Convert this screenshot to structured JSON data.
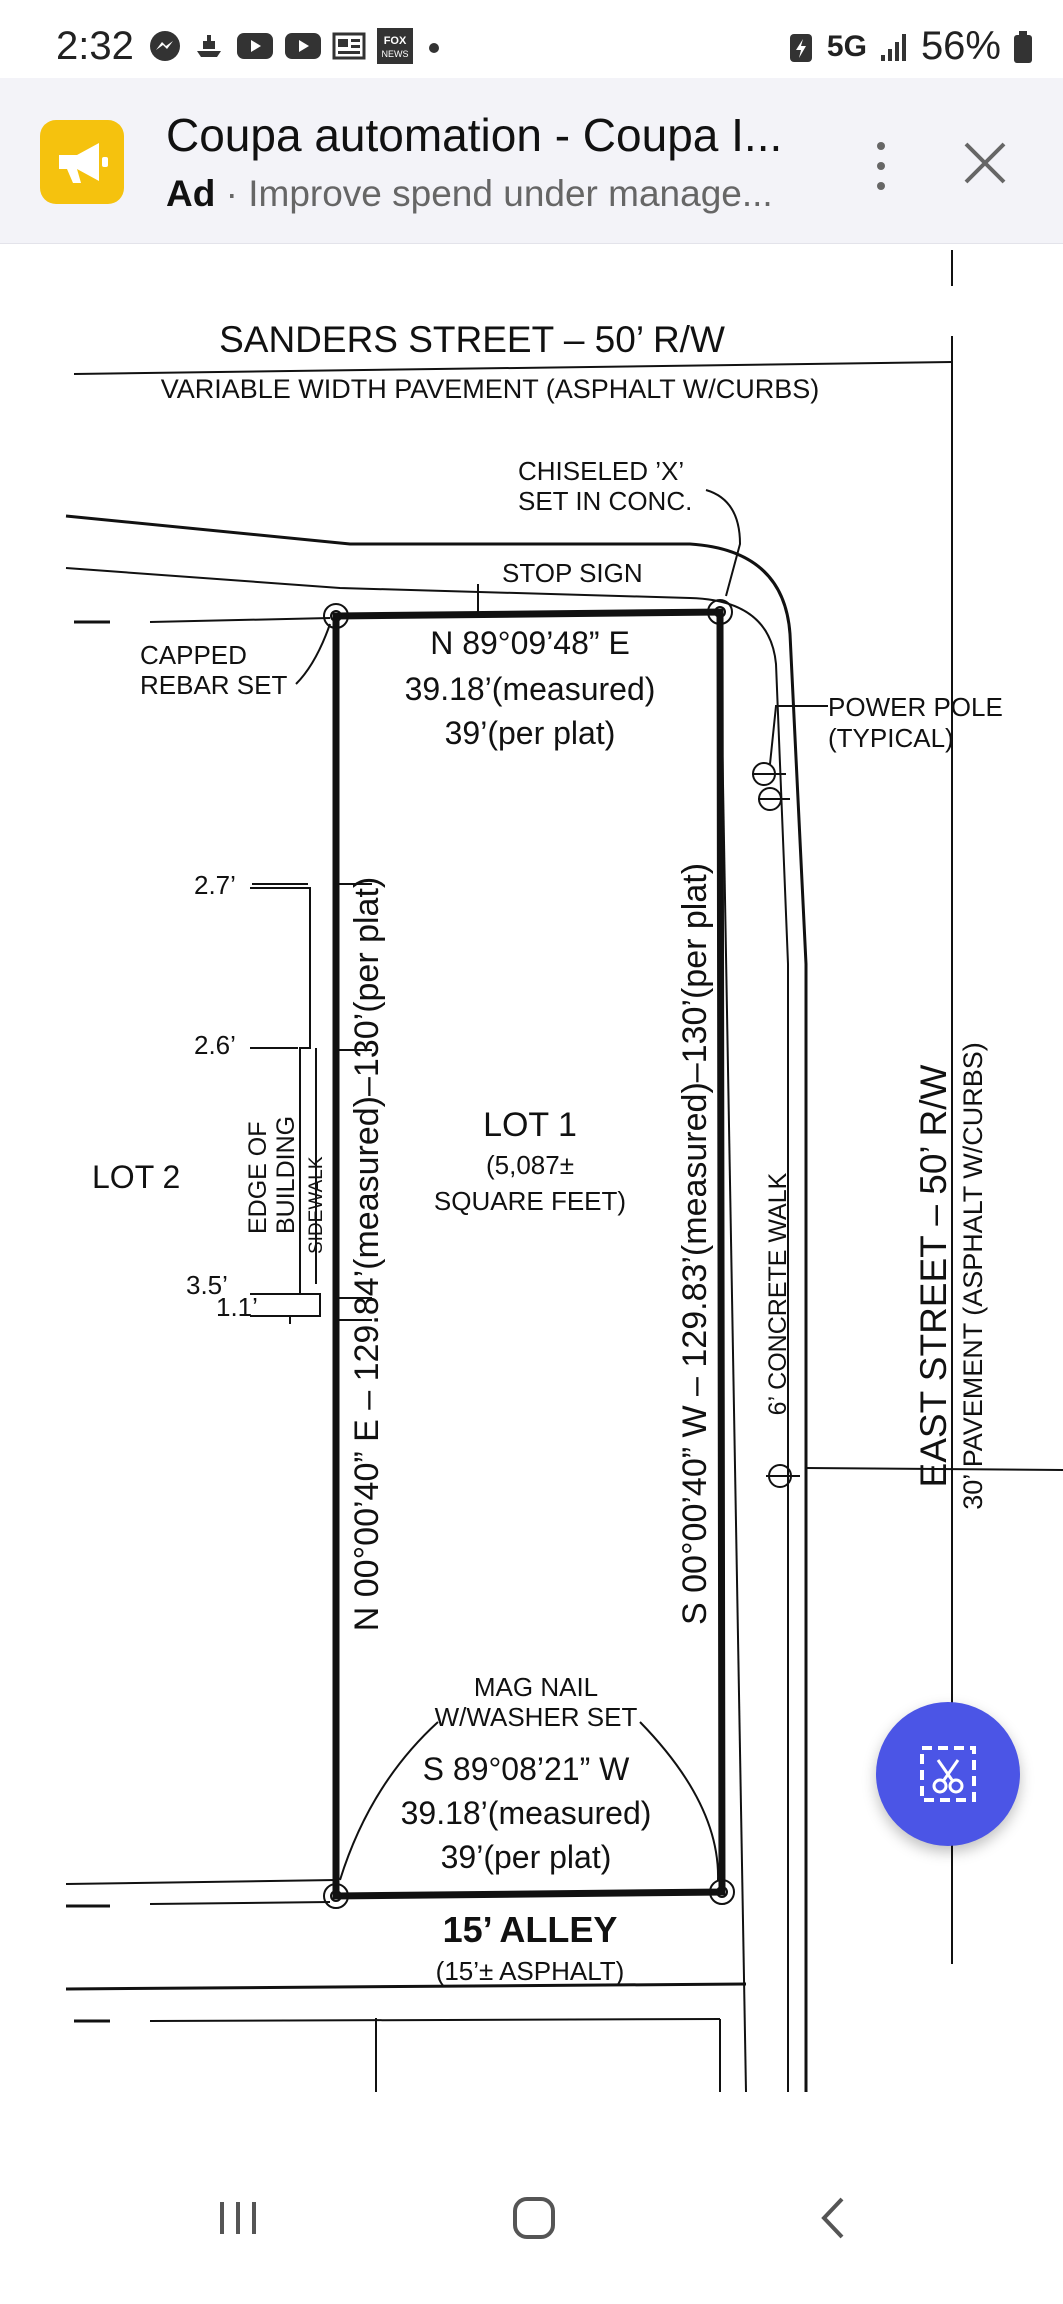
{
  "status_bar": {
    "time": "2:32",
    "network": "5G",
    "battery": "56%",
    "icons": [
      "messenger-icon",
      "cruise-icon",
      "youtube-icon",
      "youtube-icon",
      "news-icon",
      "fox-news-icon",
      "dot-icon"
    ]
  },
  "ad": {
    "title": "Coupa automation - Coupa I...",
    "tag": "Ad",
    "description": "Improve spend under manage...",
    "logo_icon": "megaphone-icon",
    "logo_color": "#f5c20e"
  },
  "plan": {
    "street_top": "SANDERS STREET – 50’ R/W",
    "street_top_sub": "VARIABLE WIDTH PAVEMENT (ASPHALT W/CURBS)",
    "chiseled_1": "CHISELED ’X’",
    "chiseled_2": "SET IN CONC.",
    "stop_sign": "STOP SIGN",
    "capped_1": "CAPPED",
    "capped_2": "REBAR SET",
    "bearing_top": "N 89°09’48” E",
    "top_measured": "39.18’(measured)",
    "top_plat": "39’(per plat)",
    "power_1": "POWER POLE",
    "power_2": "(TYPICAL)",
    "dim_1": "2.7’",
    "dim_2": "2.6’",
    "dim_3": "3.5’",
    "dim_4": "1.1’",
    "lot2": "LOT 2",
    "edge_1": "EDGE OF",
    "edge_2": "BUILDING",
    "sidewalk": "SIDEWALK",
    "left_line": "N 00°00’40” E – 129.84’(measured)–130’(per plat)",
    "lot1": "LOT 1",
    "lot1_area_1": "(5,087±",
    "lot1_area_2": "SQUARE FEET)",
    "right_line": "S 00°00’40” W – 129.83’(measured)–130’(per plat)",
    "concrete_walk": "6’ CONCRETE WALK",
    "street_right": "EAST STREET – 50’ R/W",
    "street_right_sub": "30’ PAVEMENT (ASPHALT W/CURBS)",
    "mag_1": "MAG NAIL",
    "mag_2": "W/WASHER SET",
    "bearing_bottom": "S 89°08’21” W",
    "bottom_measured": "39.18’(measured)",
    "bottom_plat": "39’(per plat)",
    "alley": "15’ ALLEY",
    "alley_sub": "(15’± ASPHALT)"
  },
  "fab": {
    "icon": "screenshot-crop-icon",
    "color": "#4b55e6"
  },
  "nav": {
    "icons": [
      "recent-apps-icon",
      "home-icon",
      "back-icon"
    ]
  }
}
